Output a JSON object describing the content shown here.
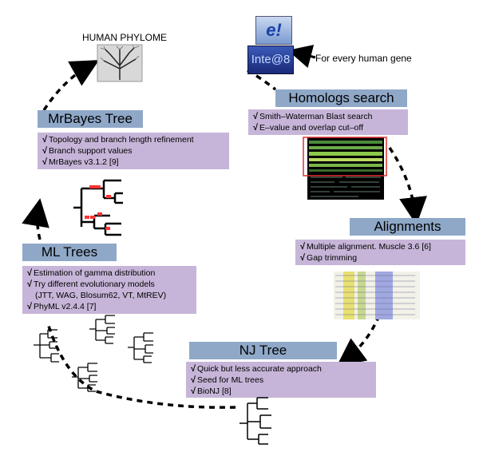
{
  "human_phylome_label": "HUMAN PHYLOME",
  "for_every_gene_label": "For every human gene",
  "logo_e_text": "e!",
  "logo_inte_text": "Inte@8",
  "stages": {
    "homologs": {
      "title": "Homologs search",
      "items": [
        "Smith–Waterman Blast search",
        "E–value and overlap cut–off"
      ]
    },
    "alignments": {
      "title": "Alignments",
      "items": [
        "Multiple alignment. Muscle 3.6 [6]",
        "Gap trimming"
      ]
    },
    "nj": {
      "title": "NJ Tree",
      "items": [
        "Quick but less accurate approach",
        "Seed for ML trees",
        "BioNJ [8]"
      ]
    },
    "ml": {
      "title": "ML Trees",
      "items": [
        "Estimation of gamma distribution",
        "Try different evolutionary models",
        "(JTT, WAG, Blosum62, VT, MtREV)",
        "PhyML v2.4.4 [7]"
      ]
    },
    "mrbayes": {
      "title": "MrBayes Tree",
      "items": [
        "Topology and branch length refinement",
        "Branch support values",
        "MrBayes v3.1.2 [9]"
      ]
    }
  },
  "colors": {
    "title_bg": "#8fa8c8",
    "box_bg": "#c6b5d8",
    "highlight_red": "#e03030",
    "support_red": "#ff3333"
  }
}
